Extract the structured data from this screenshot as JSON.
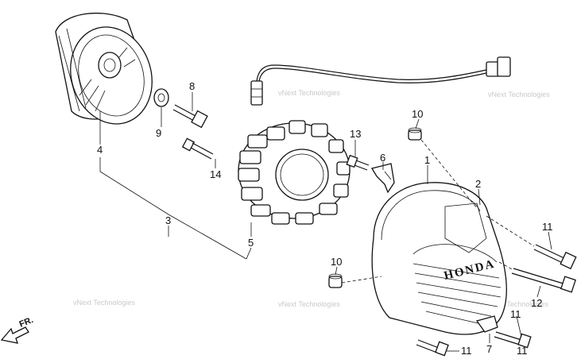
{
  "watermark_text": "vNext Technologies",
  "direction_label": "FR.",
  "cover_brand": "HONDA",
  "callouts": {
    "c1": "1",
    "c2": "2",
    "c3": "3",
    "c4": "4",
    "c5": "5",
    "c6": "6",
    "c7": "7",
    "c8": "8",
    "c9": "9",
    "c10a": "10",
    "c10b": "10",
    "c11a": "11",
    "c11b": "11",
    "c11c": "11",
    "c11d": "11",
    "c12": "12",
    "c13": "13",
    "c14": "14"
  }
}
